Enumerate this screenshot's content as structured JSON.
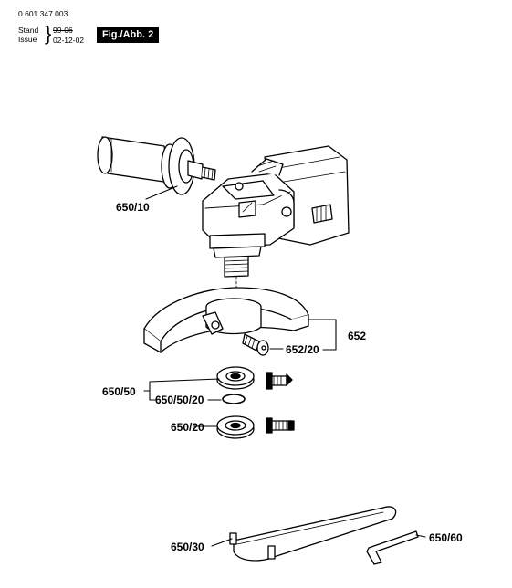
{
  "header": {
    "part_number": "0 601 347 003",
    "stand_label": "Stand",
    "issue_label": "Issue",
    "old_date": "99-06",
    "new_date": "02-12-02",
    "figure": "Fig./Abb. 2"
  },
  "labels": {
    "handle": "650/10",
    "guard": "652",
    "guard_screw": "652/20",
    "flange_set": "650/50",
    "o_ring": "650/50/20",
    "clamp_nut": "650/20",
    "spanner": "650/30",
    "hex_key": "650/60"
  }
}
